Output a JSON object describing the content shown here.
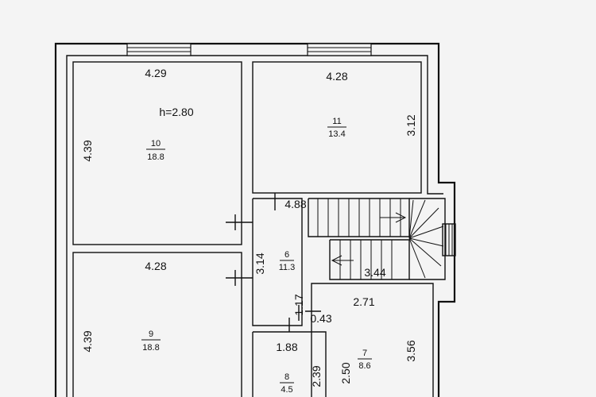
{
  "plan": {
    "ceiling_height": "h=2.80",
    "rooms": [
      {
        "number": "10",
        "area": "18.8",
        "width": "4.29",
        "length": "4.39"
      },
      {
        "number": "11",
        "area": "13.4",
        "width": "4.28",
        "length": "3.12"
      },
      {
        "number": "6",
        "area": "11.3",
        "width": "4.88",
        "length": "3.14",
        "stair": "3.44"
      },
      {
        "number": "9",
        "area": "18.8",
        "width": "4.28",
        "length": "4.39"
      },
      {
        "number": "7",
        "area": "8.6",
        "width": "2.71",
        "length": "3.56",
        "side": "2.50"
      },
      {
        "number": "8",
        "area": "4.5",
        "width": "1.88",
        "length": "2.39"
      }
    ],
    "corridor": {
      "length": "1.17",
      "width": "0.43"
    }
  }
}
